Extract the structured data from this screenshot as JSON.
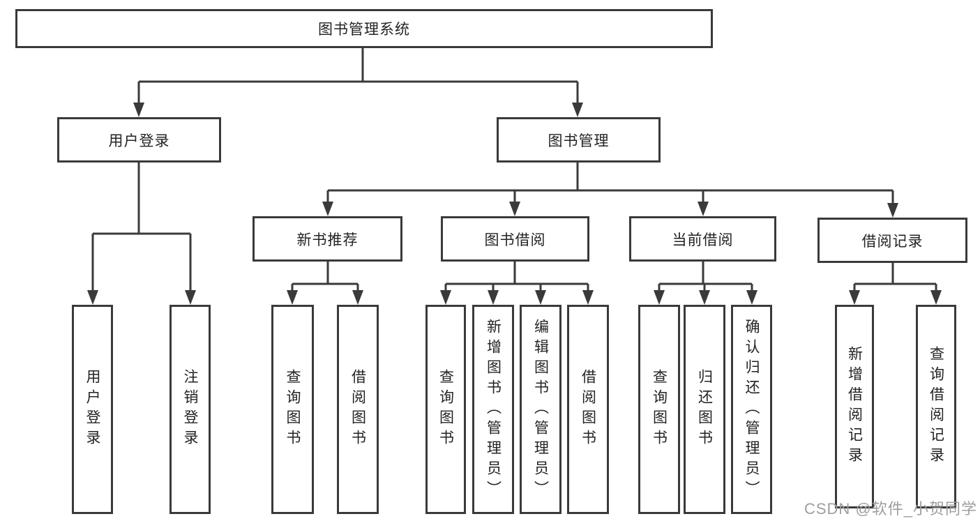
{
  "page": {
    "background": "#ffffff",
    "box_border_color": "#3a3a3a",
    "line_color": "#3a3a3a",
    "text_color": "#232323",
    "watermark_color": "#9e9e9e"
  },
  "watermark": {
    "text": "CSDN @软件_小贺同学"
  },
  "diagram": {
    "type": "tree",
    "root": {
      "label": "图书管理系统",
      "children": [
        {
          "label": "用户登录",
          "children": [
            {
              "label": "用户登录"
            },
            {
              "label": "注销登录"
            }
          ]
        },
        {
          "label": "图书管理",
          "children": [
            {
              "label": "新书推荐",
              "children": [
                {
                  "label": "查询图书"
                },
                {
                  "label": "借阅图书"
                }
              ]
            },
            {
              "label": "图书借阅",
              "children": [
                {
                  "label": "查询图书"
                },
                {
                  "label": "新增图书（管理员）"
                },
                {
                  "label": "编辑图书（管理员）"
                },
                {
                  "label": "借阅图书"
                }
              ]
            },
            {
              "label": "当前借阅",
              "children": [
                {
                  "label": "查询图书"
                },
                {
                  "label": "归还图书"
                },
                {
                  "label": "确认归还（管理员）"
                }
              ]
            },
            {
              "label": "借阅记录",
              "children": [
                {
                  "label": "新增借阅记录"
                },
                {
                  "label": "查询借阅记录"
                }
              ]
            }
          ]
        }
      ]
    }
  }
}
